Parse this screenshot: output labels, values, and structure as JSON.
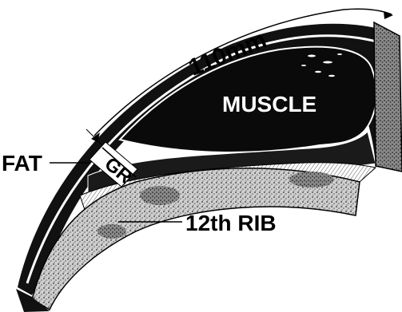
{
  "diagram": {
    "labels": {
      "length": "110mm",
      "muscle": "MUSCLE",
      "gr": "GR",
      "fat": "FAT",
      "rib": "12th RIB"
    }
  }
}
